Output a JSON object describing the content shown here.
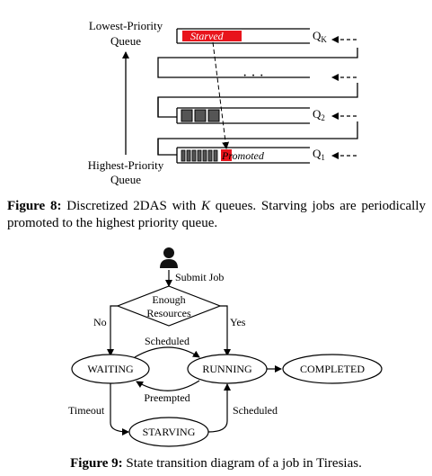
{
  "fig8": {
    "lowest_label_line1": "Lowest-Priority",
    "lowest_label_line2": "Queue",
    "highest_label_line1": "Highest-Priority",
    "highest_label_line2": "Queue",
    "starved": "Starved",
    "promoted": "Promoted",
    "dots": "· · ·",
    "qk": "Q",
    "qk_sub": "K",
    "q2": "Q",
    "q2_sub": "2",
    "q1": "Q",
    "q1_sub": "1",
    "caption_label": "Figure 8:",
    "caption_pre": " Discretized 2DAS with ",
    "caption_k": "K",
    "caption_post": " queues. Starving jobs are periodically promoted to the highest priority queue."
  },
  "fig9": {
    "submit_job": "Submit Job",
    "enough_line1": "Enough",
    "enough_line2": "Resources",
    "no": "No",
    "yes": "Yes",
    "scheduled_top": "Scheduled",
    "waiting": "WAITING",
    "running": "RUNNING",
    "completed": "COMPLETED",
    "preempted": "Preempted",
    "timeout": "Timeout",
    "scheduled_bottom": "Scheduled",
    "starving": "STARVING",
    "caption_label": "Figure 9:",
    "caption_text": " State transition diagram of a job in Tiresias."
  },
  "colors": {
    "starved_fill": "#e8141c",
    "promoted_fill": "#e8141c",
    "job_fill": "#555555"
  }
}
